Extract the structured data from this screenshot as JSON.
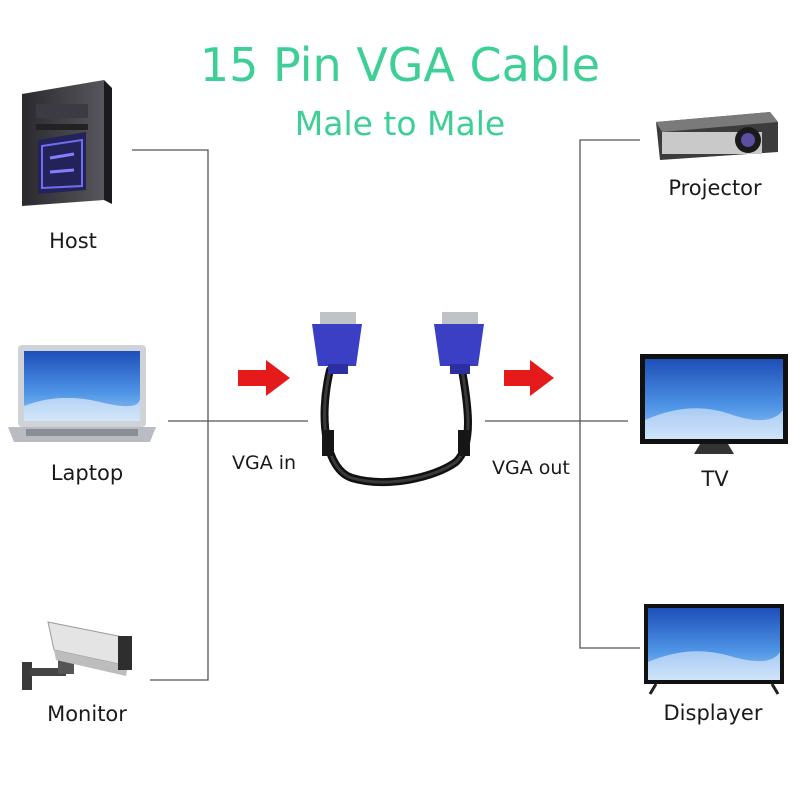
{
  "title": "15 Pin VGA Cable",
  "subtitle": "Male to Male",
  "sources": [
    "Host",
    "Laptop",
    "Monitor"
  ],
  "outputs": [
    "Projector",
    "TV",
    "Displayer"
  ],
  "cable": {
    "in_label": "VGA in",
    "out_label": "VGA out"
  },
  "colors": {
    "title": "#3ecf96",
    "arrow": "#e51b1b",
    "connector": "#3a3fc4",
    "line": "#555555"
  }
}
